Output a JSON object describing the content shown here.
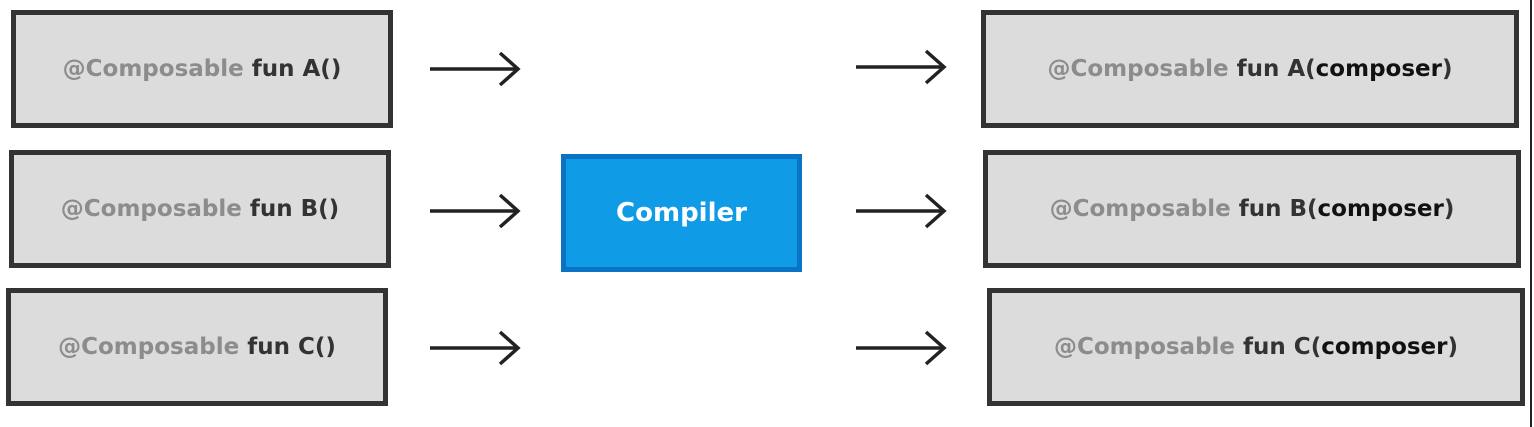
{
  "inputs": [
    {
      "annotation": "@Composable",
      "signature": "fun A()"
    },
    {
      "annotation": "@Composable",
      "signature": "fun B()"
    },
    {
      "annotation": "@Composable",
      "signature": "fun C()"
    }
  ],
  "compiler": {
    "label": "Compiler"
  },
  "outputs": [
    {
      "annotation": "@Composable",
      "prefix": "fun A(",
      "param": "composer",
      "suffix": ")"
    },
    {
      "annotation": "@Composable",
      "prefix": "fun B(",
      "param": "composer",
      "suffix": ")"
    },
    {
      "annotation": "@Composable",
      "prefix": "fun C(",
      "param": "composer",
      "suffix": ")"
    }
  ],
  "colors": {
    "box_fill": "#dcdcdc",
    "box_border": "#333333",
    "annotation_text": "#8c8c8c",
    "compiler_fill": "#0f9be6",
    "compiler_border": "#0a73c4"
  }
}
